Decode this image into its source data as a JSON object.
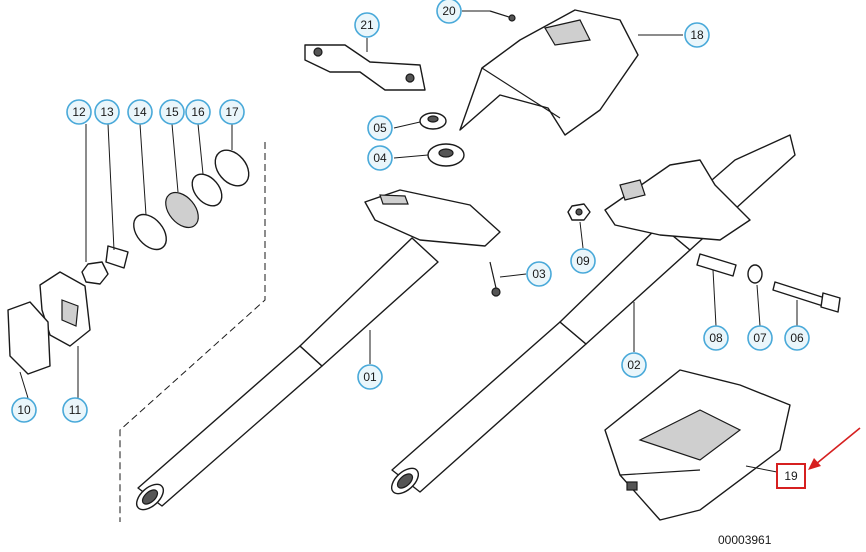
{
  "diagram": {
    "document_number": "00003961",
    "highlighted_part": "19",
    "callouts": [
      {
        "id": "c21",
        "label": "21"
      },
      {
        "id": "c20",
        "label": "20"
      },
      {
        "id": "c18",
        "label": "18"
      },
      {
        "id": "c12",
        "label": "12"
      },
      {
        "id": "c13",
        "label": "13"
      },
      {
        "id": "c14",
        "label": "14"
      },
      {
        "id": "c15",
        "label": "15"
      },
      {
        "id": "c16",
        "label": "16"
      },
      {
        "id": "c17",
        "label": "17"
      },
      {
        "id": "c05",
        "label": "05"
      },
      {
        "id": "c04",
        "label": "04"
      },
      {
        "id": "c03",
        "label": "03"
      },
      {
        "id": "c09",
        "label": "09"
      },
      {
        "id": "c10",
        "label": "10"
      },
      {
        "id": "c11",
        "label": "11"
      },
      {
        "id": "c01",
        "label": "01"
      },
      {
        "id": "c02",
        "label": "02"
      },
      {
        "id": "c08",
        "label": "08"
      },
      {
        "id": "c07",
        "label": "07"
      },
      {
        "id": "c06",
        "label": "06"
      },
      {
        "id": "c19",
        "label": "19"
      }
    ]
  }
}
